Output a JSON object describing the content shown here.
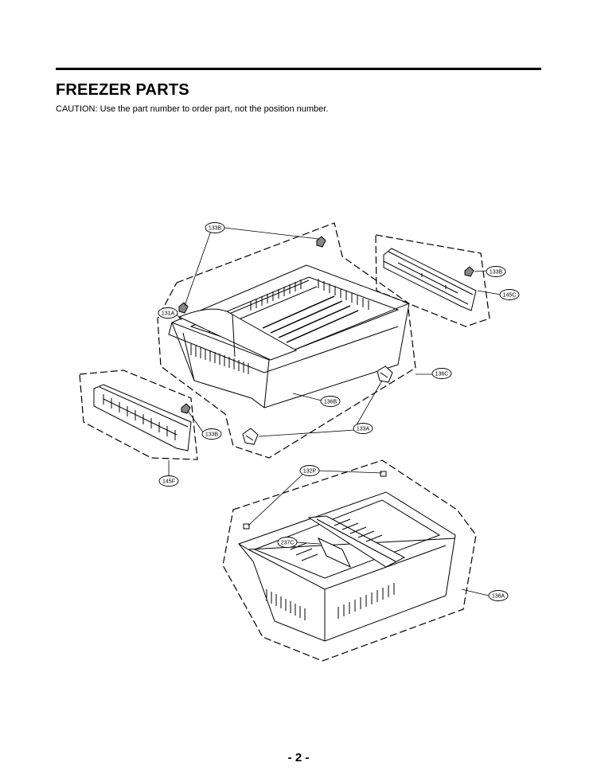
{
  "page": {
    "title": "FREEZER PARTS",
    "caution": "CAUTION: Use the part number to order part, not the position number.",
    "page_number": "- 2 -"
  },
  "callouts": {
    "c133B_top": "133B",
    "c131A": "131A",
    "c133B_right": "133B",
    "c145C": "145C",
    "c136C": "136C",
    "c136B": "136B",
    "c133A": "133A",
    "c133B_left": "133B",
    "c145F": "145F",
    "c132P": "132P",
    "c237C": "237C",
    "c136A": "136A"
  }
}
